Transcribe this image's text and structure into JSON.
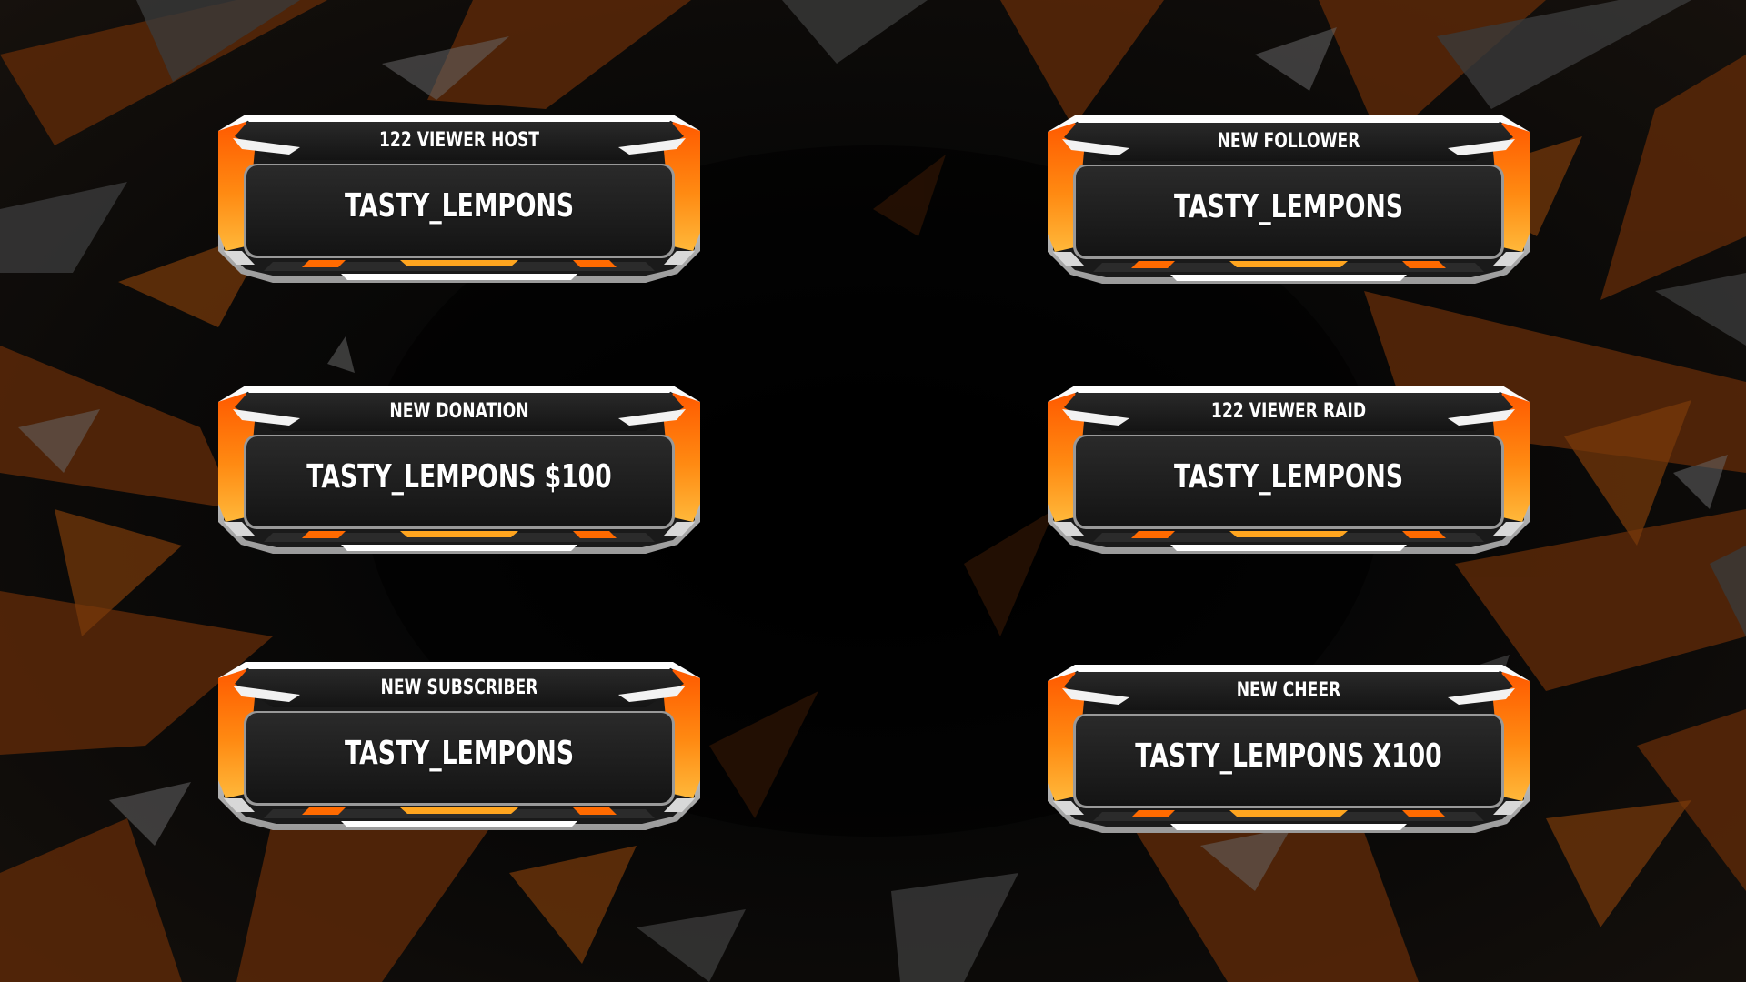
{
  "theme": {
    "accent_orange": "#ff6a00",
    "accent_amber": "#ffa51f",
    "panel_dark": "#1c1c1c",
    "frame_silver": "#e8e8e8",
    "text": "#ffffff"
  },
  "alerts": [
    {
      "id": "host",
      "heading": "122 VIEWER HOST",
      "name": "TASTY_LEMPONS"
    },
    {
      "id": "follower",
      "heading": "NEW FOLLOWER",
      "name": "TASTY_LEMPONS"
    },
    {
      "id": "donation",
      "heading": "NEW DONATION",
      "name": "TASTY_LEMPONS $100"
    },
    {
      "id": "raid",
      "heading": "122 VIEWER RAID",
      "name": "TASTY_LEMPONS"
    },
    {
      "id": "subscriber",
      "heading": "NEW SUBSCRIBER",
      "name": "TASTY_LEMPONS"
    },
    {
      "id": "cheer",
      "heading": "NEW CHEER",
      "name": "TASTY_LEMPONS X100"
    }
  ]
}
